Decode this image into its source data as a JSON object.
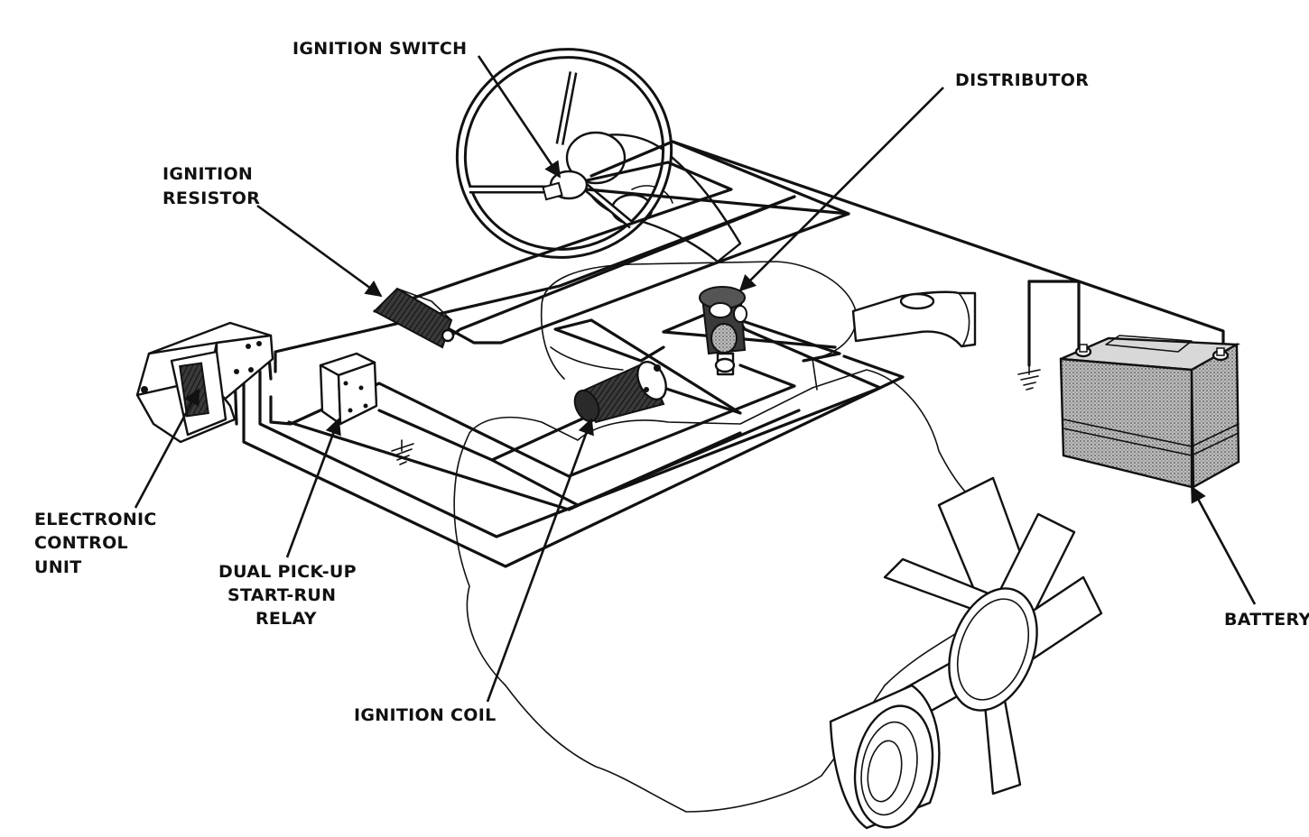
{
  "labels": {
    "ignition_switch": "IGNITION SWITCH",
    "distributor": "DISTRIBUTOR",
    "ignition_resistor_1": "IGNITION",
    "ignition_resistor_2": "RESISTOR",
    "ecu_1": "ELECTRONIC",
    "ecu_2": "CONTROL",
    "ecu_3": "UNIT",
    "relay_1": "DUAL PICK-UP",
    "relay_2": "START-RUN",
    "relay_3": "RELAY",
    "ignition_coil": "IGNITION COIL",
    "battery": "BATTERY"
  }
}
